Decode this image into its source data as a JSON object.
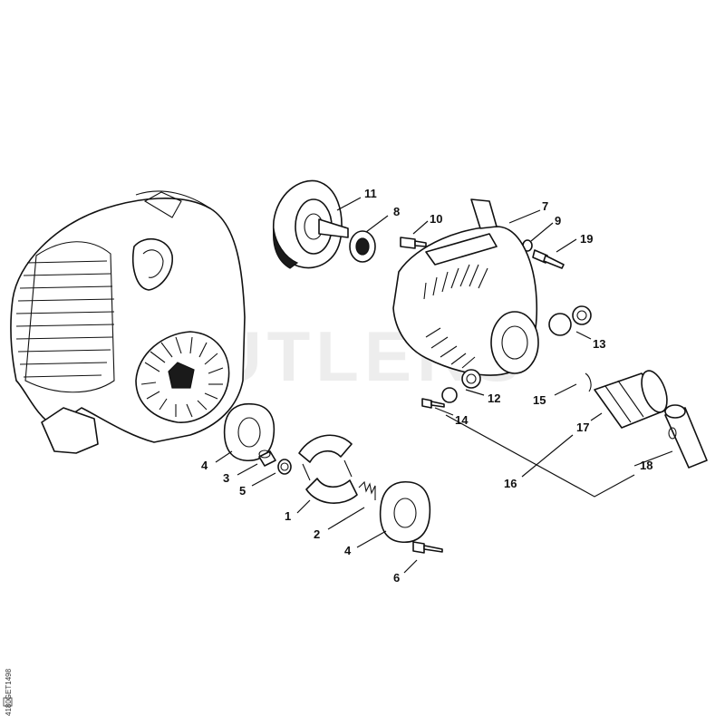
{
  "watermark": "CUTLERS",
  "drawing_code": "4180GET1498",
  "part_labels": [
    "11",
    "8",
    "10",
    "7",
    "9",
    "19",
    "13",
    "15",
    "12",
    "14",
    "17",
    "16",
    "18",
    "4",
    "3",
    "5",
    "1",
    "2",
    "4",
    "6"
  ]
}
